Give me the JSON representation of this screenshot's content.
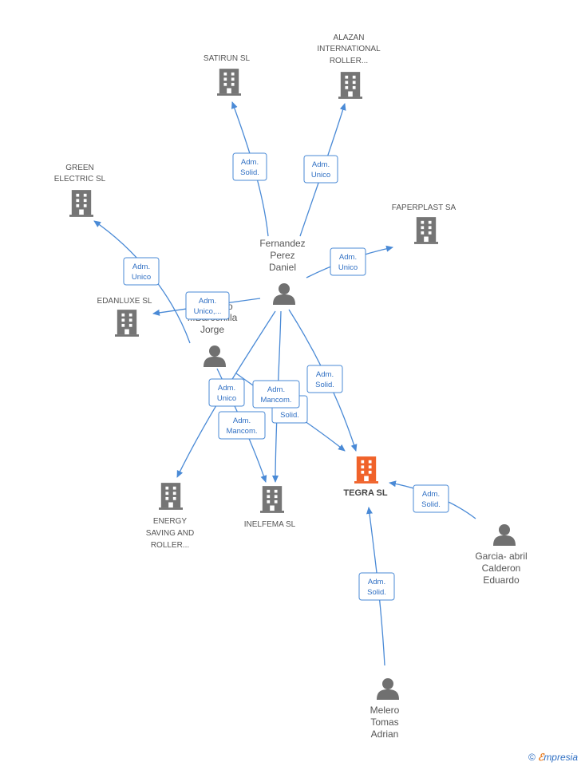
{
  "colors": {
    "edge": "#4a8ad6",
    "company": "#757575",
    "focus": "#f0622a",
    "person": "#707070"
  },
  "companies": [
    {
      "id": "satirun",
      "lines": [
        "SATIRUN SL"
      ]
    },
    {
      "id": "alazan",
      "lines": [
        "ALAZAN",
        "INTERNATIONAL",
        "ROLLER..."
      ]
    },
    {
      "id": "green",
      "lines": [
        "GREEN",
        "ELECTRIC SL"
      ]
    },
    {
      "id": "faperplast",
      "lines": [
        "FAPERPLAST SA"
      ]
    },
    {
      "id": "edanluxe",
      "lines": [
        "EDANLUXE  SL"
      ]
    },
    {
      "id": "energy",
      "lines": [
        "ENERGY",
        "SAVING AND",
        "ROLLER..."
      ]
    },
    {
      "id": "inelfema",
      "lines": [
        "INELFEMA SL"
      ]
    },
    {
      "id": "tegra",
      "lines": [
        "TEGRA SL"
      ],
      "focus": true
    }
  ],
  "persons": [
    {
      "id": "fernandez",
      "lines": [
        "Fernandez",
        "Perez",
        "Daniel"
      ]
    },
    {
      "id": "jorge",
      "lines": [
        "...do",
        "...Barcenilla",
        "Jorge"
      ]
    },
    {
      "id": "garcia",
      "lines": [
        "Garcia- abril",
        "Calderon",
        "Eduardo"
      ]
    },
    {
      "id": "melero",
      "lines": [
        "Melero",
        "Tomas",
        "Adrian"
      ]
    }
  ],
  "relations": [
    {
      "id": "e1",
      "lines": [
        "Adm.",
        "Solid."
      ]
    },
    {
      "id": "e2",
      "lines": [
        "Adm.",
        "Unico"
      ]
    },
    {
      "id": "e3",
      "lines": [
        "Adm.",
        "Unico"
      ]
    },
    {
      "id": "e4",
      "lines": [
        "Adm.",
        "Unico"
      ]
    },
    {
      "id": "e5",
      "lines": [
        "Adm.",
        "Unico,..."
      ]
    },
    {
      "id": "e6",
      "lines": [
        "Adm.",
        "Solid."
      ]
    },
    {
      "id": "e7",
      "lines": [
        "Adm.",
        "Mancom."
      ]
    },
    {
      "id": "e8",
      "lines": [
        "Solid."
      ]
    },
    {
      "id": "e9",
      "lines": [
        "Adm.",
        "Unico"
      ]
    },
    {
      "id": "e10",
      "lines": [
        "Adm.",
        "Mancom."
      ]
    },
    {
      "id": "e11",
      "lines": [
        "Adm.",
        "Solid."
      ]
    },
    {
      "id": "e12",
      "lines": [
        "Adm.",
        "Solid."
      ]
    }
  ],
  "footer": {
    "copyright": "©",
    "brand_initial": "ℰ",
    "brand_rest": "mpresia"
  }
}
